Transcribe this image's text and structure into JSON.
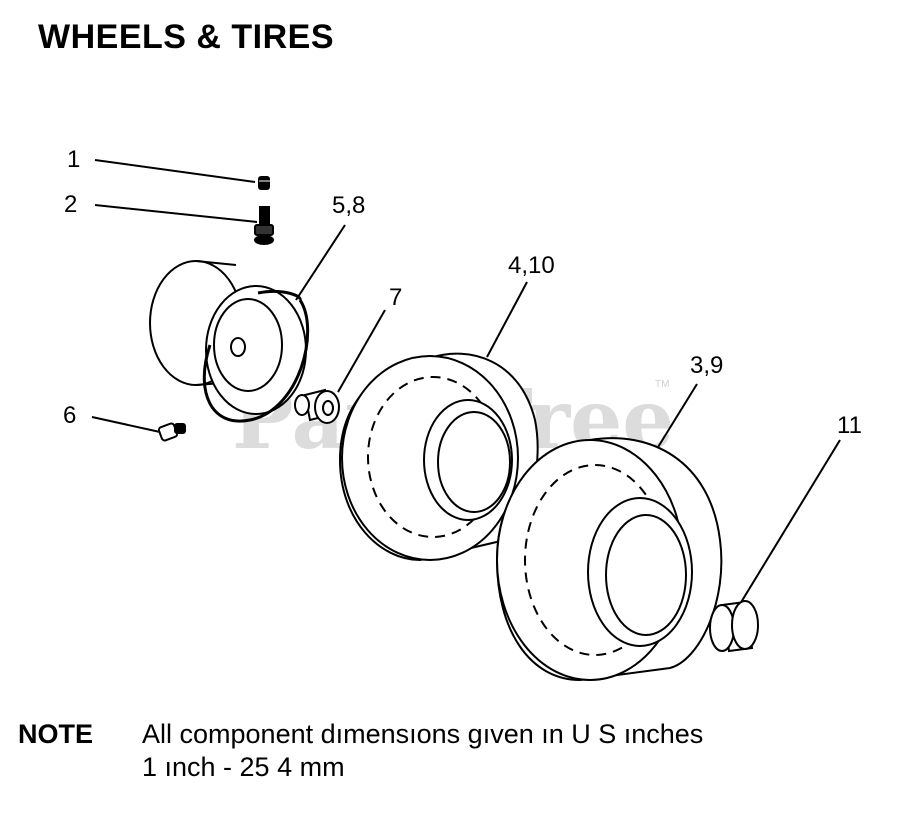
{
  "title": "WHEELS & TIRES",
  "watermark": {
    "text": "PartsTree",
    "tm": "TM"
  },
  "callouts": {
    "c1": "1",
    "c2": "2",
    "c58": "5,8",
    "c7": "7",
    "c410": "4,10",
    "c39": "3,9",
    "c6": "6",
    "c11": "11"
  },
  "note": {
    "label": "NOTE",
    "line1": "All component dımensıons gıven ın U S  ınches",
    "line2": "1 ınch - 25 4 mm"
  }
}
